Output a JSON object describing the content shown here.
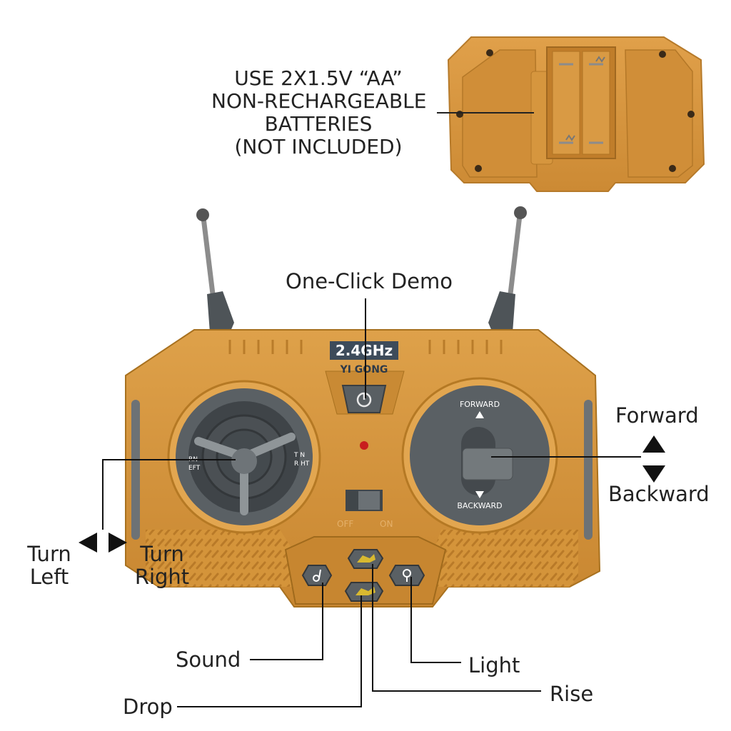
{
  "battery_note": {
    "line1": "USE 2X1.5V “AA”",
    "line2": "NON-RECHARGEABLE",
    "line3": "BATTERIES",
    "line4": "(NOT INCLUDED)"
  },
  "remote": {
    "freq_badge": "2.4GHz",
    "brand": "YI GONG",
    "stick_forward": "FORWARD",
    "stick_backward": "BACKWARD",
    "left_dial_left": "RN\nEFT",
    "left_dial_right": "N\nHT",
    "switch_off": "OFF",
    "switch_on": "ON",
    "body_color": "#d4943a"
  },
  "callouts": {
    "demo": "One-Click Demo",
    "forward": "Forward",
    "backward": "Backward",
    "turn_left_1": "Turn",
    "turn_left_2": "Left",
    "turn_right_1": "Turn",
    "turn_right_2": "Right",
    "sound": "Sound",
    "light": "Light",
    "rise": "Rise",
    "drop": "Drop"
  }
}
